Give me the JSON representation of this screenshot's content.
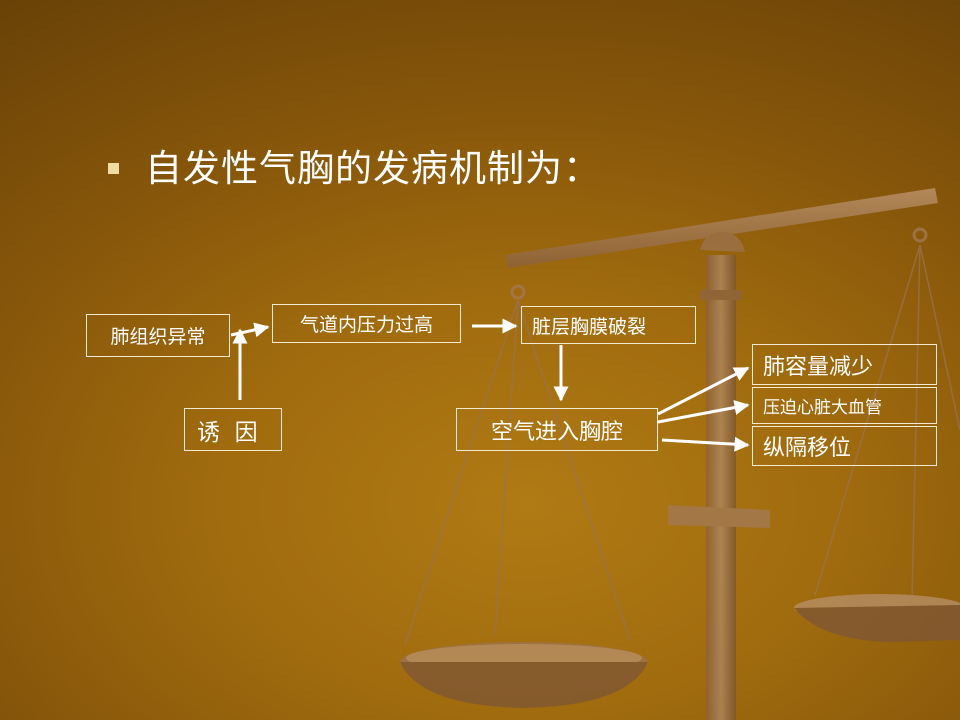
{
  "slide": {
    "bullet_icon": "square-bullet-icon",
    "title": "自发性气胸的发病机制为：",
    "colors": {
      "text": "#ffffff",
      "box_border": "#f4ead0",
      "bullet": "#f0dca0",
      "background": "#a06b0e"
    }
  },
  "diagram": {
    "nodes": {
      "lung_abnormal": "肺组织异常",
      "airway_pressure": "气道内压力过高",
      "pleura_rupture": "脏层胸膜破裂",
      "trigger": "诱  因",
      "air_into_chest": "空气进入胸腔",
      "lung_volume": "肺容量减少",
      "heart_vessels": "压迫心脏大血管",
      "mediastinum": "纵隔移位"
    }
  }
}
